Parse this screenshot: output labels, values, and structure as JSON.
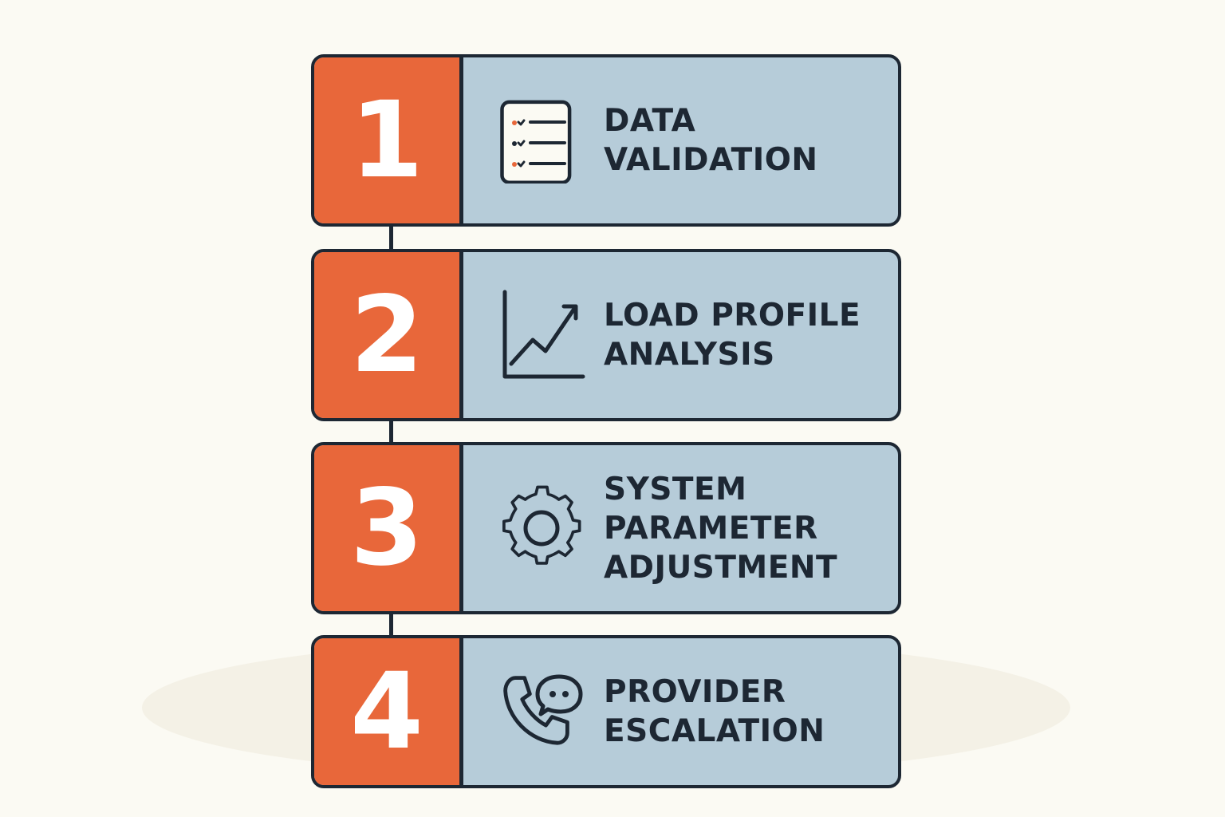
{
  "steps": [
    {
      "number": "1",
      "label_lines": [
        "DATA",
        "VALIDATION"
      ],
      "icon": "checklist-icon"
    },
    {
      "number": "2",
      "label_lines": [
        "LOAD PROFILE",
        "ANALYSIS"
      ],
      "icon": "trend-chart-icon"
    },
    {
      "number": "3",
      "label_lines": [
        "SYSTEM",
        "PARAMETER",
        "ADJUSTMENT"
      ],
      "icon": "gear-icon"
    },
    {
      "number": "4",
      "label_lines": [
        "PROVIDER",
        "ESCALATION"
      ],
      "icon": "phone-chat-icon"
    }
  ],
  "colors": {
    "background": "#fbfaf3",
    "accent": "#e8673a",
    "card": "#b6ccd9",
    "ink": "#1d2733"
  }
}
